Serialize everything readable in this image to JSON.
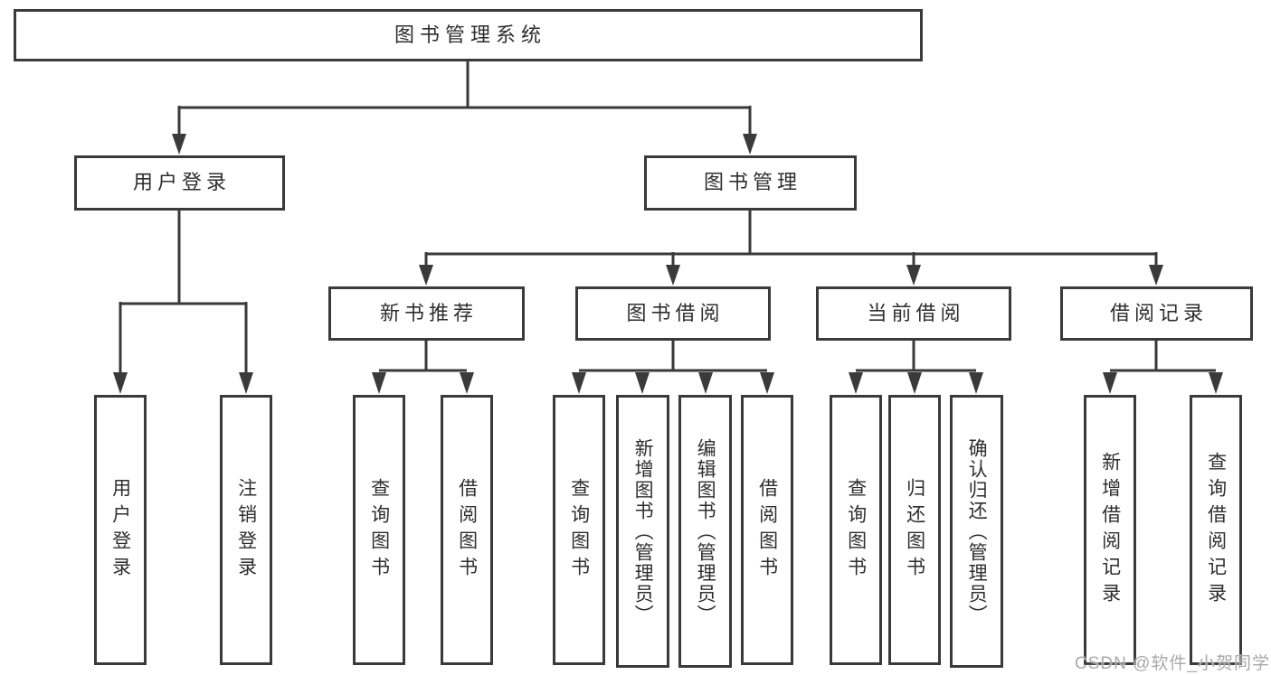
{
  "diagram": {
    "type": "hierarchy-tree",
    "colors": {
      "line": "#3a3a3a",
      "text": "#2e2e2e",
      "background": "#ffffff",
      "watermark": "#a9a9a9"
    },
    "root": "图书管理系统",
    "branches": [
      {
        "label": "用户登录",
        "leaves": [
          "用户登录",
          "注销登录"
        ]
      },
      {
        "label": "图书管理",
        "groups": [
          {
            "label": "新书推荐",
            "leaves": [
              "查询图书",
              "借阅图书"
            ]
          },
          {
            "label": "图书借阅",
            "leaves": [
              "查询图书",
              "新增图书（管理员）",
              "编辑图书（管理员）",
              "借阅图书"
            ]
          },
          {
            "label": "当前借阅",
            "leaves": [
              "查询图书",
              "归还图书",
              "确认归还（管理员）"
            ]
          },
          {
            "label": "借阅记录",
            "leaves": [
              "新增借阅记录",
              "查询借阅记录"
            ]
          }
        ]
      }
    ]
  },
  "watermark": "CSDN @软件_小贺同学"
}
